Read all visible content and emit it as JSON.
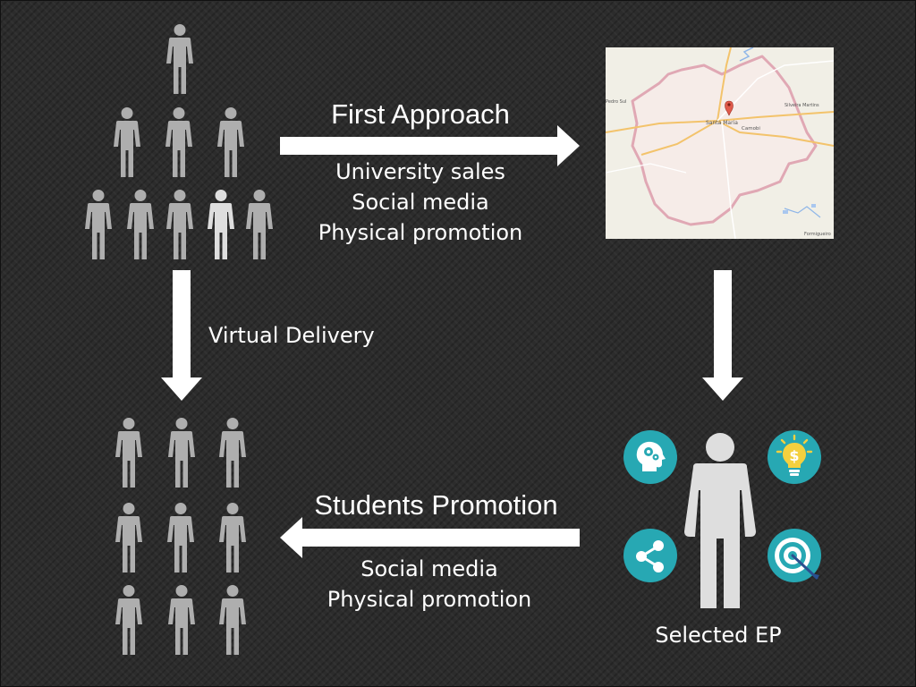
{
  "first_approach": {
    "title": "First Approach",
    "items": [
      "University sales",
      "Social media",
      "Physical promotion"
    ]
  },
  "virtual_delivery": {
    "label": "Virtual Delivery"
  },
  "students_promotion": {
    "title": "Students Promotion",
    "items": [
      "Social media",
      "Physical promotion"
    ]
  },
  "selected_ep": {
    "label": "Selected EP"
  },
  "map": {
    "labels": {
      "city": "Santa Maria",
      "camobi": "Camobi",
      "silveira": "Silveira Martins",
      "formigueiro": "Formigueiro",
      "pedro": "Pedro Sul"
    }
  },
  "colors": {
    "background": "#2c2c2c",
    "person": "#aeaeae",
    "person_light": "#dedede",
    "icon_circle": "#27a8b3",
    "arrow": "#ffffff"
  },
  "icons": [
    "mind-gears-icon",
    "idea-money-icon",
    "share-icon",
    "target-icon"
  ]
}
